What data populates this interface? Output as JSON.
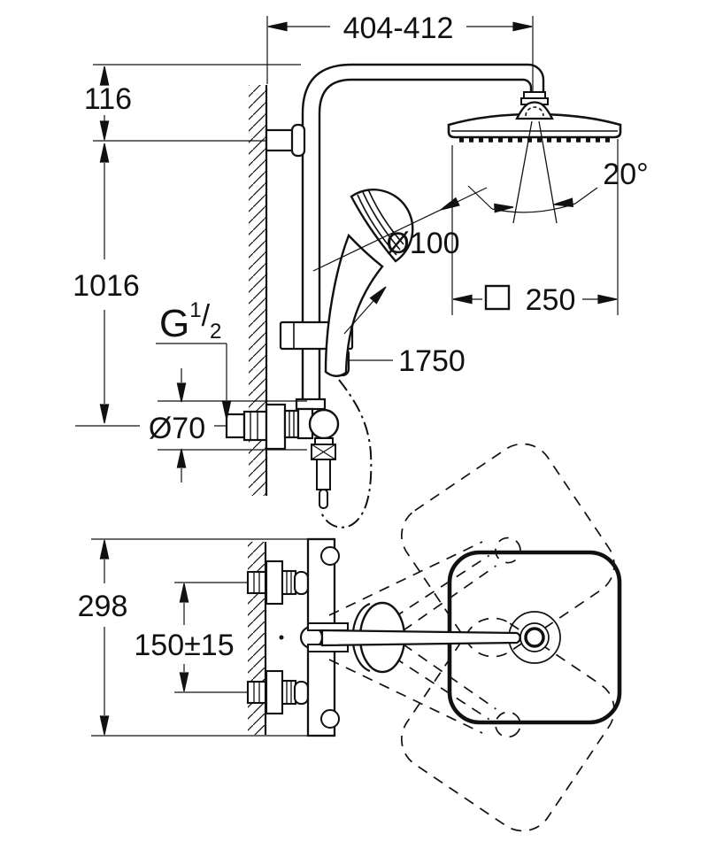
{
  "document": {
    "background": "#ffffff",
    "line_color": "#111111",
    "type_label": "shower-system-technical-drawing"
  },
  "dimensions": {
    "top_width": "404-412",
    "holder_offset": "116",
    "system_height": "1016",
    "thread": {
      "base": "G",
      "sup": "1",
      "slash": "/",
      "sub": "2"
    },
    "escutcheon_diameter": "Ø70",
    "handshower_diameter": "Ø100",
    "hose_length": "1750",
    "spray_angle": "20°",
    "head_width": "250",
    "head_width_symbol": "square-symbol",
    "projection_depth": "298",
    "supply_spacing": "150±15"
  }
}
